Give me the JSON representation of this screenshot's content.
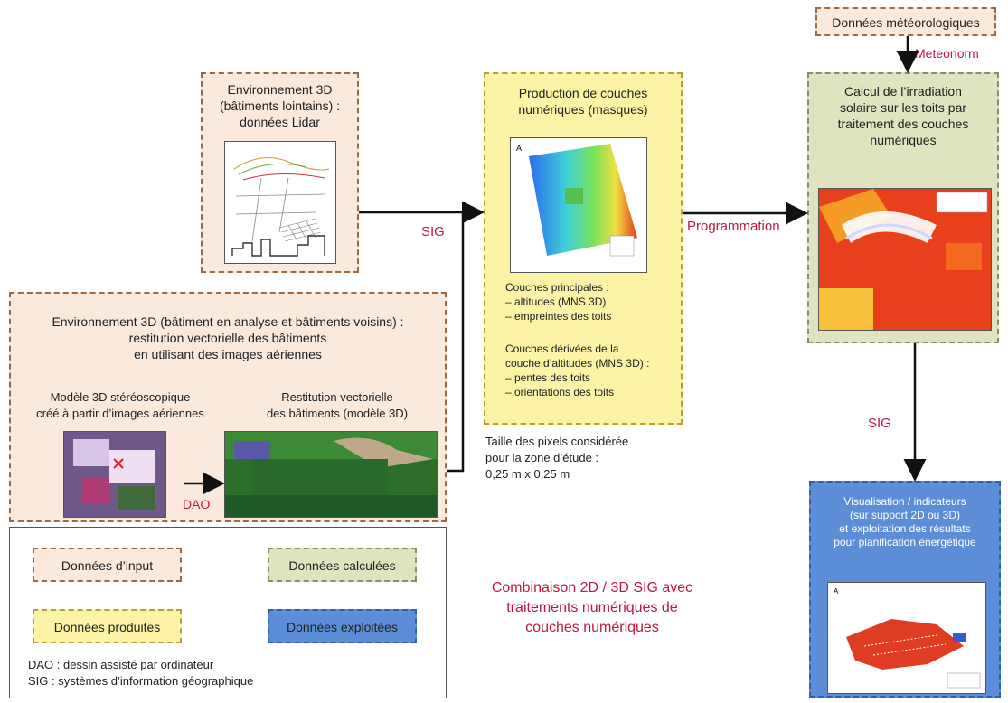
{
  "boxes": {
    "meteo": "Données météorologiques",
    "lidar": "Environnement 3D\n(bâtiments lointains) :\ndonnées Lidar",
    "production_title": "Production de couches\nnumériques (masques)",
    "production_text1": "Couches principales :\n– altitudes (MNS 3D)\n– empreintes des toits",
    "production_text2": "Couches dérivées de la\ncouche d’altitudes (MNS 3D) :\n– pentes des toits\n– orientations des toits",
    "calcul": "Calcul de l’irradiation\nsolaire sur les toits par\ntraitement des couches\nnumériques",
    "env3d_title": "Environnement 3D (bâtiment en analyse et bâtiments voisins) :\nrestitution vectorielle des bâtiments\nen utilisant des images aériennes",
    "stereo_label": "Modèle 3D stéréoscopique\ncréé à partir d’images aériennes",
    "restitution_label": "Restitution vectorielle\ndes bâtiments (modèle 3D)",
    "visualisation": "Visualisation / indicateurs\n(sur support 2D ou 3D)\net exploitation des résultats\npour planification énergétique"
  },
  "arrow_labels": {
    "meteonorm": "Meteonorm",
    "sig1": "SIG",
    "programmation": "Programmation",
    "sig2": "SIG",
    "dao": "DAO"
  },
  "pixel_note": "Taille des pixels considérée\npour la zone d’étude :\n0,25 m x 0,25 m",
  "legend": {
    "input": "Données d’input",
    "calculees": "Données calculées",
    "produites": "Données produites",
    "exploitees": "Données exploitées",
    "abbr1": "DAO : dessin assisté par ordinateur",
    "abbr2": "SIG : systèmes d’information géographique"
  },
  "combinaison": "Combinaison 2D / 3D SIG avec\ntraitements numériques de\ncouches numériques",
  "colors": {
    "input": "#fbe9dc",
    "calculees": "#dfe3c0",
    "produites": "#fdf3a6",
    "exploitees": "#5b8ed6",
    "label_red": "#c0173f"
  }
}
